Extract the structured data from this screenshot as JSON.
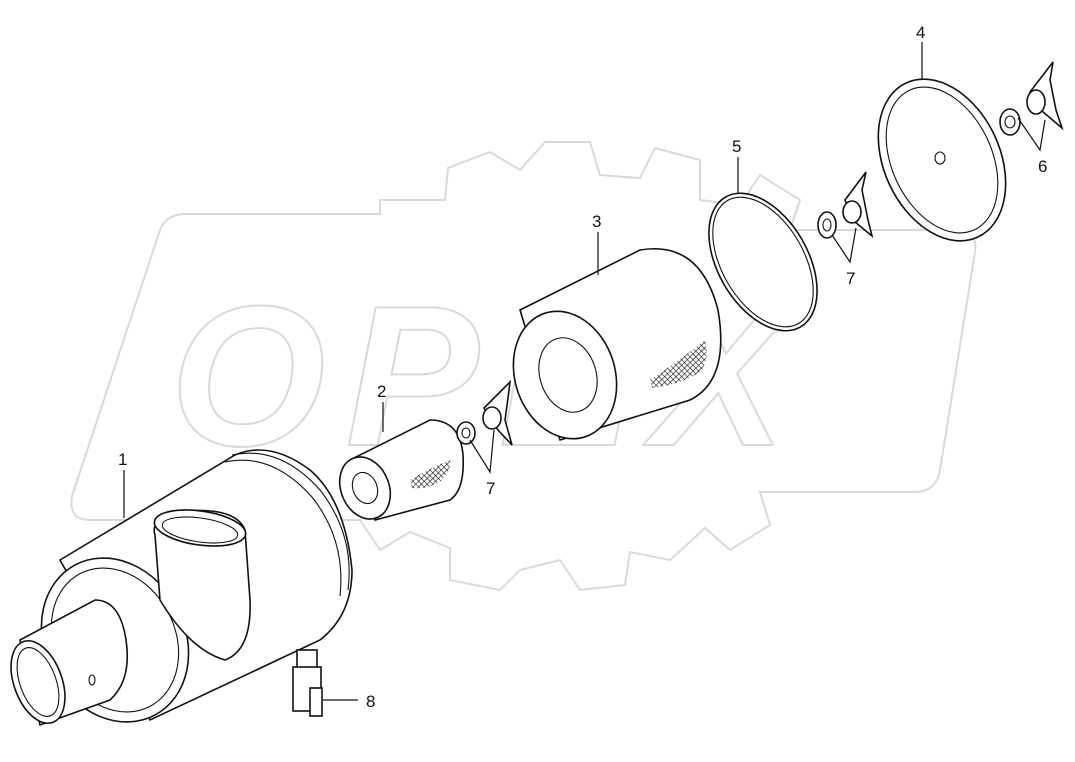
{
  "watermark": {
    "text": "OPEX",
    "color": "#d9d9d9"
  },
  "callouts": [
    {
      "id": "c1",
      "label": "1"
    },
    {
      "id": "c2",
      "label": "2"
    },
    {
      "id": "c3",
      "label": "3"
    },
    {
      "id": "c4",
      "label": "4"
    },
    {
      "id": "c5",
      "label": "5"
    },
    {
      "id": "c6",
      "label": "6"
    },
    {
      "id": "c7a",
      "label": "7"
    },
    {
      "id": "c7b",
      "label": "7"
    },
    {
      "id": "c8",
      "label": "8"
    }
  ],
  "line_color": "#111111"
}
